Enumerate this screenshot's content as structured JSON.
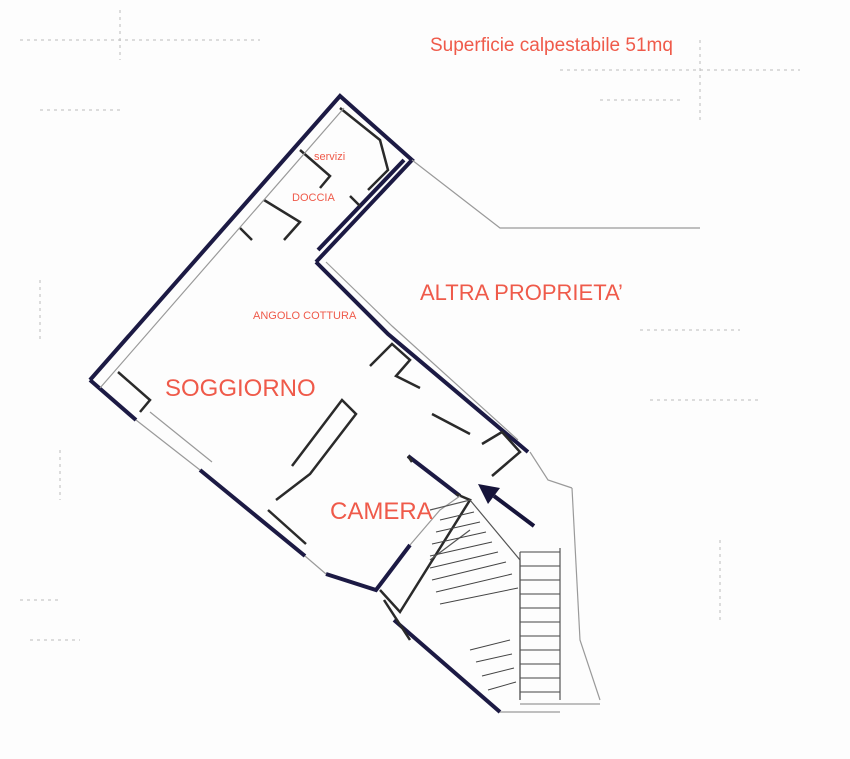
{
  "header": {
    "title": "Superficie calpestabile 51mq"
  },
  "rooms": {
    "servizi": "servizi",
    "doccia": "DOCCIA",
    "altra_proprieta": "ALTRA PROPRIETA’",
    "angolo_cottura": "ANGOLO COTTURA",
    "soggiorno": "SOGGIORNO",
    "camera": "CAMERA"
  },
  "colors": {
    "label": "#ef5a4a",
    "wall": "#1c1a44"
  },
  "icons": {
    "entrance": "entrance-arrow-icon"
  }
}
